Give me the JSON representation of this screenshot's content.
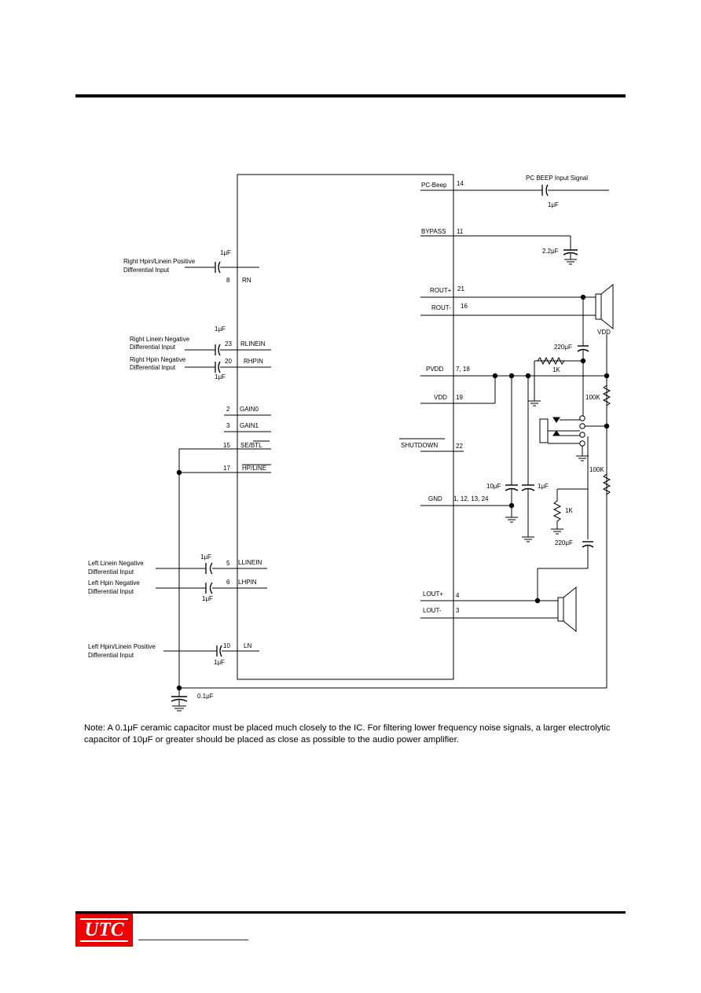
{
  "left_signals": {
    "rn_input": [
      "Right Hpin/Linein Positive",
      "Differential Input"
    ],
    "rlinein_input": [
      "Right Linein Negative",
      "Differential Input"
    ],
    "rhpin_input": [
      "Right Hpin Negative",
      "Differential Input"
    ],
    "llinein_input": [
      "Left Linein Negative",
      "Differential Input"
    ],
    "lhpin_input": [
      "Left Hpin Negative",
      "Differential Input"
    ],
    "ln_input": [
      "Left Hpin/Linein Positive",
      "Differential Input"
    ]
  },
  "ic_left_pins": [
    {
      "num": "8",
      "name": "RN"
    },
    {
      "num": "23",
      "name": "RLINEIN"
    },
    {
      "num": "20",
      "name": "RHPIN"
    },
    {
      "num": "2",
      "name": "GAIN0"
    },
    {
      "num": "3",
      "name": "GAIN1"
    },
    {
      "num": "15",
      "name": "SE/BTL"
    },
    {
      "num": "17",
      "name": "HP/LINE"
    },
    {
      "num": "5",
      "name": "LLINEIN"
    },
    {
      "num": "6",
      "name": "LHPIN"
    },
    {
      "num": "10",
      "name": "LN"
    }
  ],
  "ic_right_pins": [
    {
      "num": "14",
      "name": "PC-Beep"
    },
    {
      "num": "11",
      "name": "BYPASS"
    },
    {
      "num": "21",
      "name": "ROUT+"
    },
    {
      "num": "16",
      "name": "ROUT-"
    },
    {
      "num": "7, 18",
      "name": "PVDD"
    },
    {
      "num": "19",
      "name": "VDD"
    },
    {
      "num": "22",
      "name": "SHUTDOWN"
    },
    {
      "num": "1, 12, 13, 24",
      "name": "GND"
    },
    {
      "num": "4",
      "name": "LOUT+"
    },
    {
      "num": "3",
      "name": "LOUT-"
    }
  ],
  "components": {
    "c_1uf": "1μF",
    "c_pcbeep": "1μF",
    "pc_beep_signal": "PC BEEP Input Signal",
    "c_bypass": "2.2μF",
    "vdd_label": "VDD",
    "c_220uf": "220μF",
    "r_1k": "1K",
    "r_100k": "100K",
    "c_10uf": "10μF",
    "c_01uf": "0.1μF"
  },
  "note": "Note:  A 0.1μF ceramic capacitor must be placed much closely to the IC. For filtering lower frequency noise signals, a larger electrolytic capacitor of 10μF or greater should be placed as close as possible to the audio  power amplifier.",
  "footer": {
    "logo": "UTC"
  }
}
